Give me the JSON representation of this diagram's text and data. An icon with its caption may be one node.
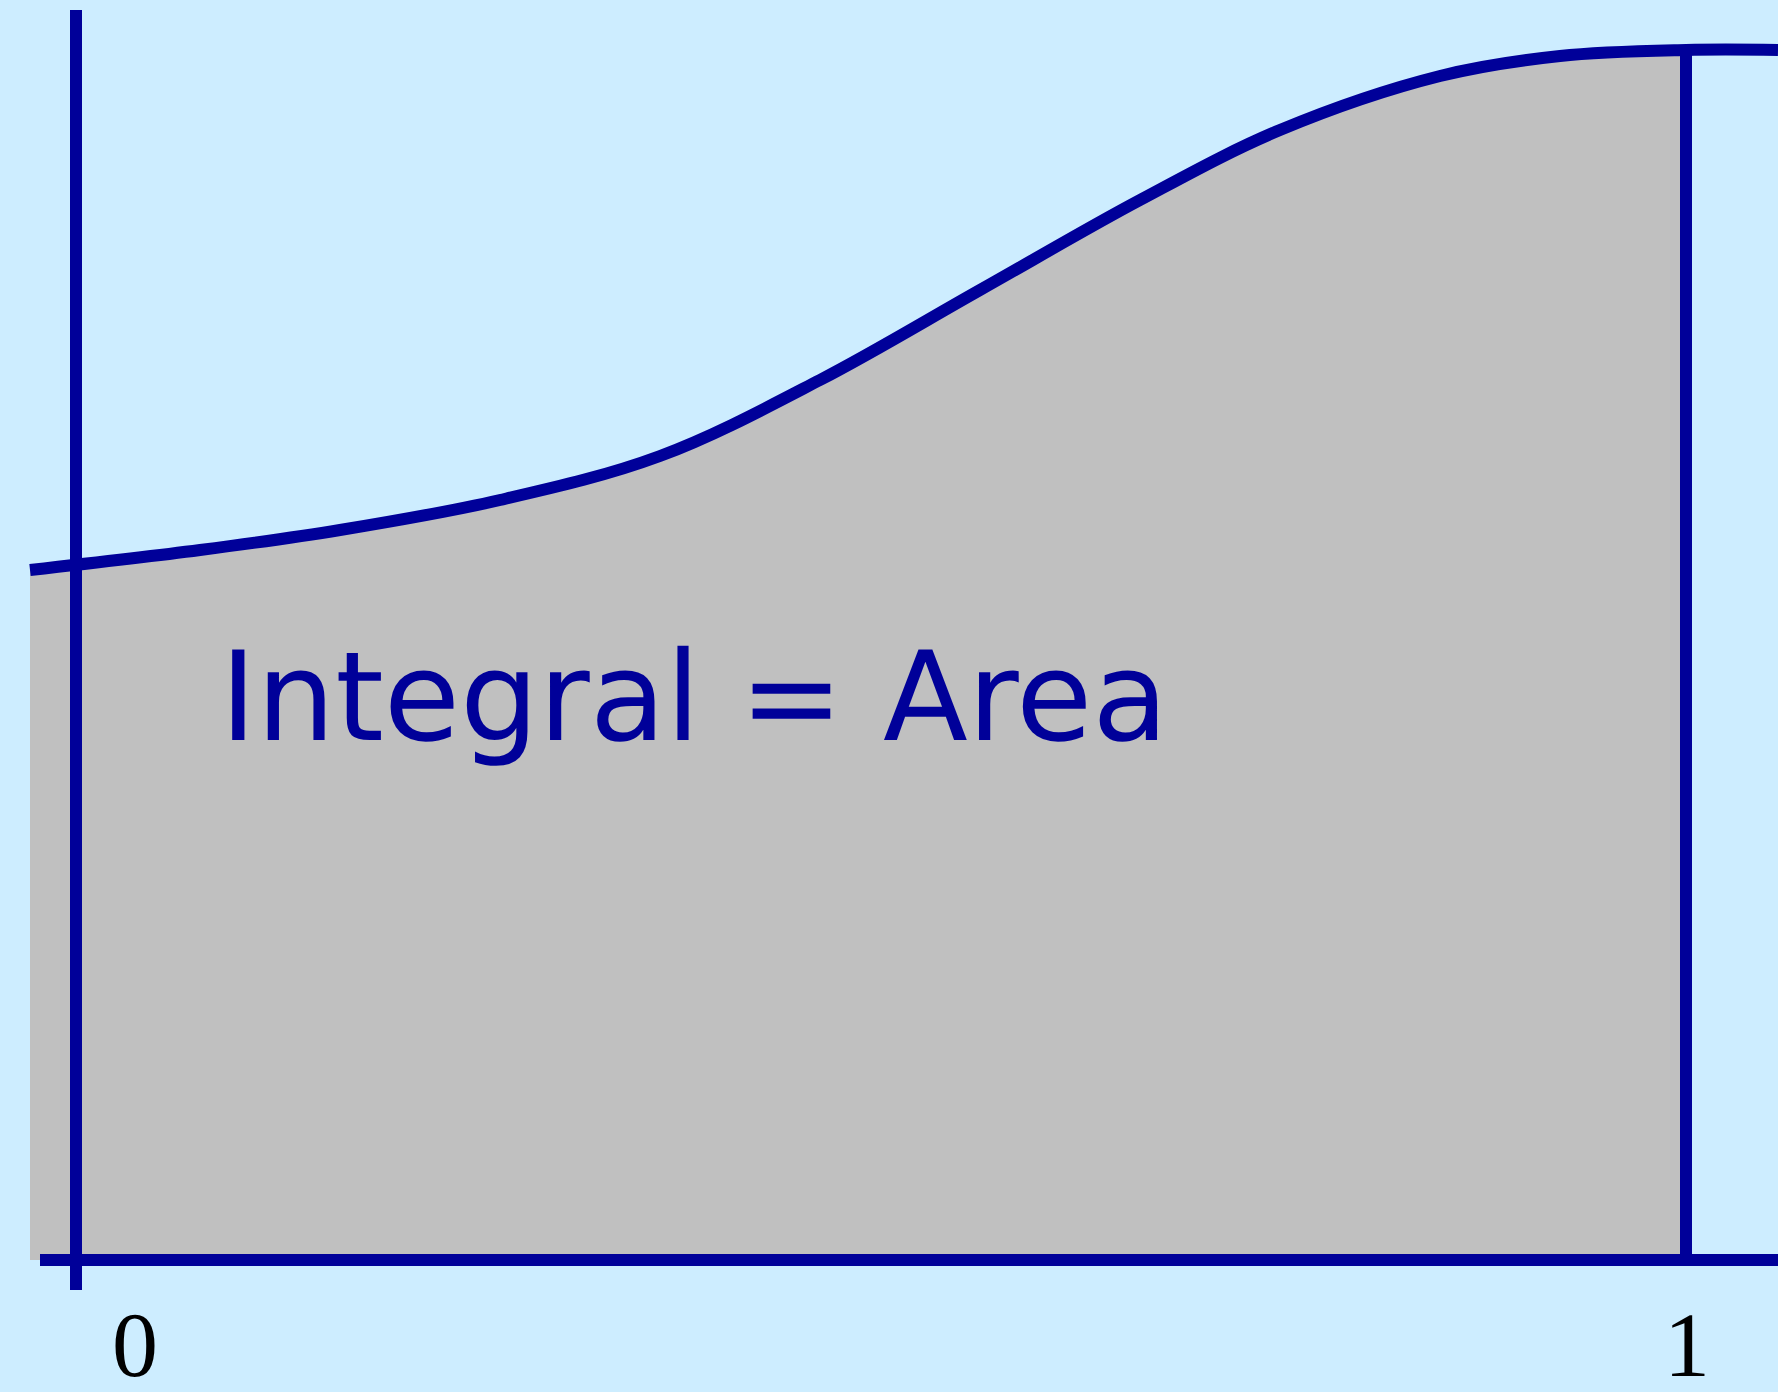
{
  "diagram": {
    "labels": [
      "Integral = Area",
      "0",
      "1"
    ]
  }
}
